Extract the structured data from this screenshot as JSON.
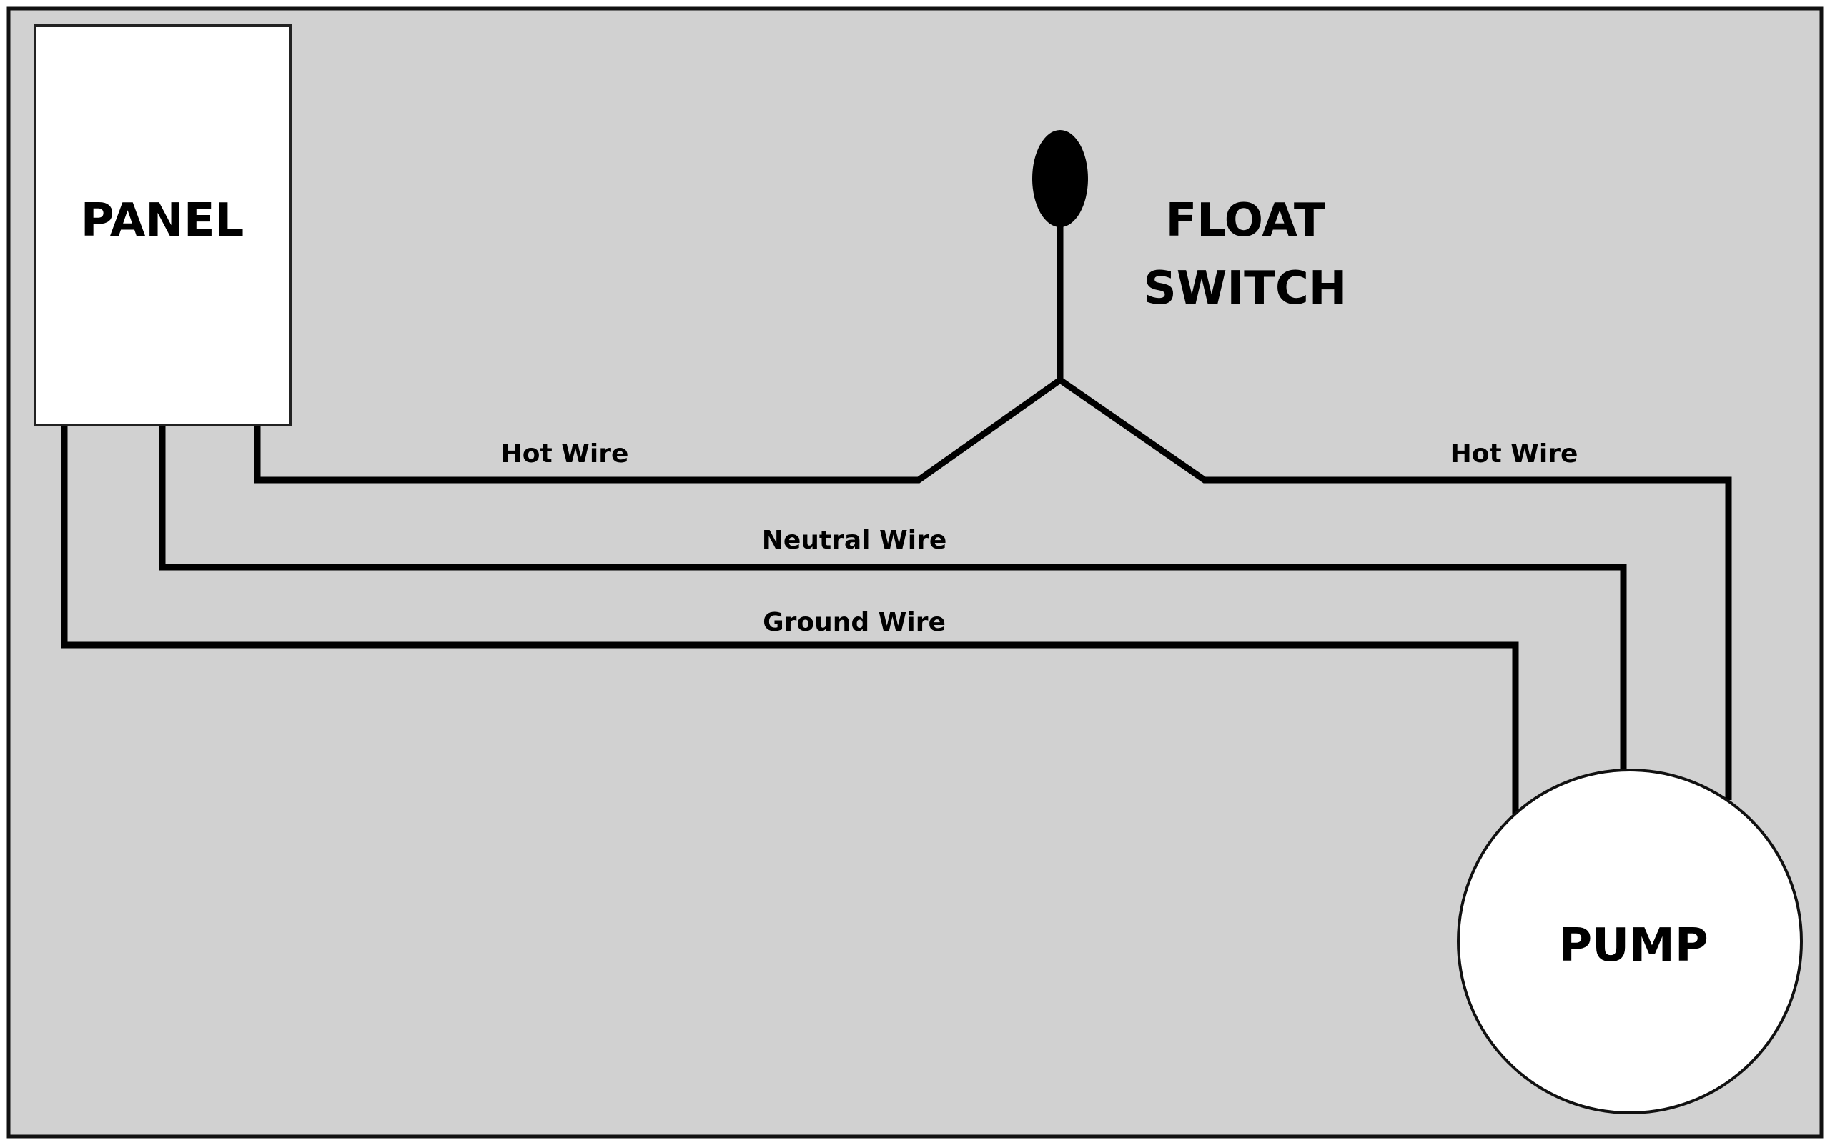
{
  "labels": {
    "panel": "PANEL",
    "float_switch_line1": "FLOAT",
    "float_switch_line2": "SWITCH",
    "pump": "PUMP"
  },
  "wires": {
    "hot_left": "Hot Wire",
    "hot_right": "Hot Wire",
    "neutral": "Neutral Wire",
    "ground": "Ground Wire"
  },
  "colors": {
    "background": "#d1d1d1",
    "component_fill": "#ffffff",
    "wire": "#000000"
  }
}
